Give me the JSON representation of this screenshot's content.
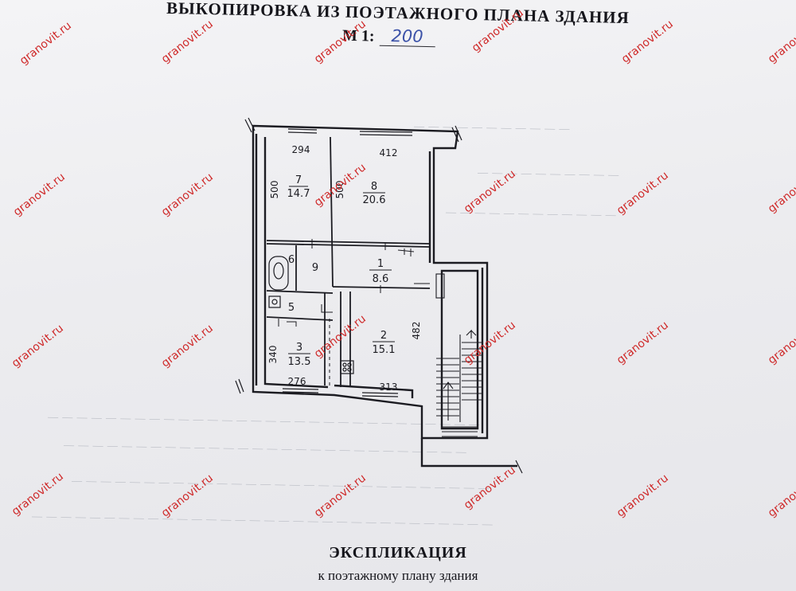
{
  "document": {
    "title": "ВЫКОПИРОВКА ИЗ ПОЭТАЖНОГО ПЛАНА ЗДАНИЯ",
    "scale_label": "М 1:",
    "scale_value": "200",
    "explication_title": "ЭКСПЛИКАЦИЯ",
    "explication_subtitle": "к поэтажному плану здания"
  },
  "watermark": {
    "text": "granovit.ru",
    "color": "#cf2a2a"
  },
  "plan": {
    "rooms": [
      {
        "number": "7",
        "area": "14.7",
        "dimension": "500"
      },
      {
        "number": "8",
        "area": "20.6",
        "dimension": "500"
      },
      {
        "number": "6",
        "area": "",
        "dimension": ""
      },
      {
        "number": "",
        "area": "9",
        "dimension": ""
      },
      {
        "number": "1",
        "area": "8.6",
        "dimension": ""
      },
      {
        "number": "5",
        "area": "",
        "dimension": ""
      },
      {
        "number": "3",
        "area": "13.5",
        "dimension": "340"
      },
      {
        "number": "2",
        "area": "15.1",
        "dimension": "482"
      }
    ],
    "dimensions": {
      "top_left": "294",
      "top_right": "412",
      "bottom_left": "276",
      "bottom_right": "313"
    }
  }
}
